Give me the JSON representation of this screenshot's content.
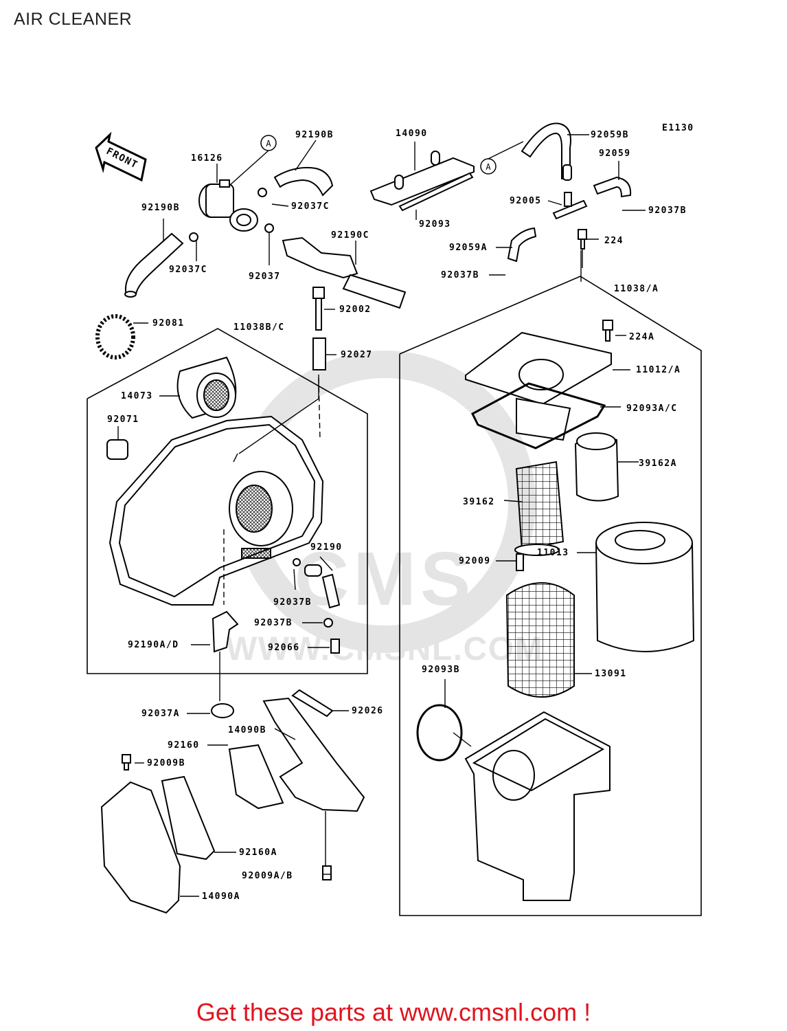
{
  "page": {
    "title": "AIR CLEANER"
  },
  "diagram": {
    "code": "E1130",
    "front_label": "FRONT",
    "reference_mark": "A",
    "group_labels": [
      "11038B/C",
      "11038/A"
    ],
    "part_labels": [
      "16126",
      "92190B",
      "92037C",
      "92190B",
      "92037C",
      "92037",
      "92190C",
      "14090",
      "92093",
      "92059B",
      "92059",
      "92005",
      "92037B",
      "92059A",
      "224",
      "92037B",
      "11038/A",
      "224A",
      "11012/A",
      "92093A/C",
      "39162A",
      "39162",
      "92009",
      "11013",
      "13091",
      "92093B",
      "92081",
      "11038B/C",
      "92002",
      "92027",
      "14073",
      "92071",
      "92190",
      "92037B",
      "92037B",
      "92066",
      "92190A/D",
      "92037A",
      "92026",
      "14090B",
      "92160",
      "92009B",
      "92160A",
      "92009A/B",
      "14090A"
    ]
  },
  "footer": {
    "cta": "Get these parts at www.cmsnl.com !"
  },
  "watermark": {
    "text": "CMS",
    "url_text": "WWW.CMSNL.COM"
  }
}
